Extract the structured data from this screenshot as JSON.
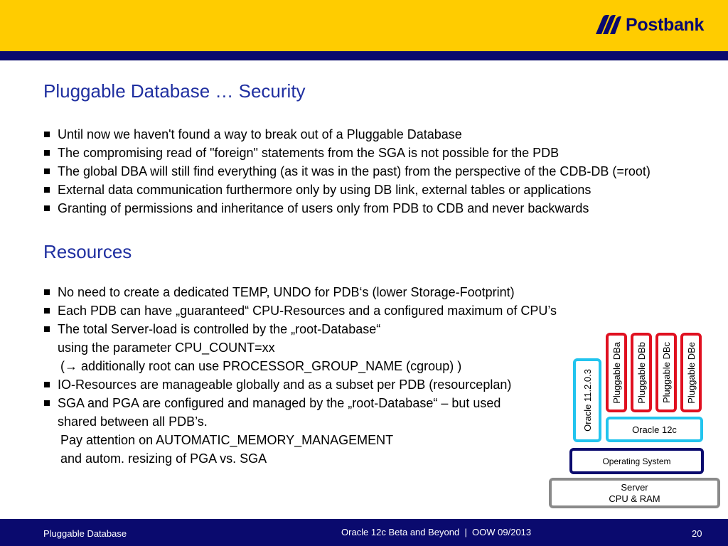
{
  "header": {
    "logo_text": "Postbank"
  },
  "section_security": {
    "title": "Pluggable Database … Security",
    "bullets": [
      "Until now we haven't found a way to break out of a Pluggable Database",
      "The compromising read of \"foreign\" statements from the SGA is not possible for the PDB",
      "The global DBA will still find everything (as it was in the past) from the perspective of the CDB-DB (=root)",
      "External data communication furthermore only by using DB link, external tables or applications",
      "Granting of permissions and inheritance of users only from PDB to CDB and never backwards"
    ]
  },
  "section_resources": {
    "title": "Resources",
    "lines": [
      "No need to create a dedicated TEMP, UNDO for PDB‘s (lower Storage-Footprint)",
      "Each PDB can have „guaranteed“ CPU-Resources and a configured maximum of CPU’s",
      "The total Server-load is controlled by the „root-Database“",
      "using the parameter CPU_COUNT=xx",
      "(→ additionally root can use PROCESSOR_GROUP_NAME (cgroup) )",
      "IO-Resources are manageable globally and as a subset per PDB (resourceplan)",
      "SGA and PGA are configured and managed by the „root-Database“ – but used",
      "shared between all PDB’s.",
      "Pay attention on AUTOMATIC_MEMORY_MANAGEMENT",
      "and autom. resizing of PGA vs. SGA"
    ]
  },
  "diagram": {
    "pdbs": [
      "Pluggable DBa",
      "Pluggable DBb",
      "Pluggable DBc",
      "Pluggable DBe"
    ],
    "oracle_11": "Oracle 11.2.0.3",
    "oracle_12c": "Oracle 12c",
    "os": "Operating System",
    "server_line1": "Server",
    "server_line2": "CPU & RAM"
  },
  "footer": {
    "left": "Pluggable Database",
    "center": "Oracle 12c Beta and Beyond  |  OOW 09/2013",
    "page": "20"
  },
  "colors": {
    "yellow": "#ffcc00",
    "navy": "#0a0a6e",
    "heading": "#1f2fa0",
    "red": "#e01020",
    "cyan": "#22c4ee",
    "gray": "#8a8a8a"
  }
}
